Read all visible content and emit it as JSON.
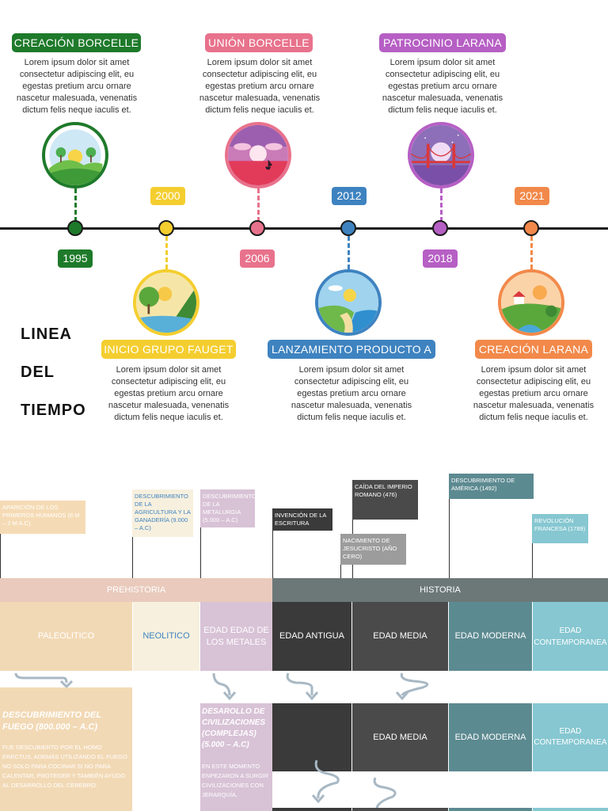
{
  "timeline": {
    "milestones": [
      {
        "label": "CREACIÓN BORCELLE",
        "year": "1995",
        "color": "#1e7a2a"
      },
      {
        "label": "INICIO GRUPO FAUGET",
        "year": "2000",
        "color": "#f4ce2f"
      },
      {
        "label": "UNIÓN BORCELLE",
        "year": "2006",
        "color": "#e8728c"
      },
      {
        "label": "LANZAMIENTO PRODUCTO A",
        "year": "2012",
        "color": "#3e83c0"
      },
      {
        "label": "PATROCINIO LARANA",
        "year": "2018",
        "color": "#b65fc4"
      },
      {
        "label": "CREACIÓN LARANA",
        "year": "2021",
        "color": "#f2894a"
      }
    ],
    "description": "Lorem ipsum dolor sit amet consectetur adipiscing elit, eu egestas pretium arcu ornare nascetur malesuada, venenatis dictum felis neque iaculis et."
  },
  "title": {
    "line1": "LINEA",
    "line2": "DEL",
    "line3": "TIEMPO"
  },
  "history": {
    "events": {
      "primeros_humanos": "APARICIÓN DE LOS PRIMEROS HUMANOS (6 M – 2 M A.C)",
      "agricultura": "DESCUBRIMIENTO DE LA AGRICULTURA Y LA GANADERÍA (9.000 – A.C)",
      "metalurgia": "DESCUBRIMIENTO DE LA METALURGIA (5.000 – A.C)",
      "escritura": "INVENCIÓN DE LA ESCRITURA",
      "imperio_romano": "CAÍDA DEL IMPERIO ROMANO (476)",
      "jesucristo": "NACIMIENTO DE JESUCRISTO (AÑO CERO)",
      "america": "DESCUBRIMIENTO DE AMÉRICA (1492)",
      "revolucion": "REVOLUCIÓN FRANCESA (1789)"
    },
    "bands": {
      "prehistoria": "PREHISTORIA",
      "historia": "HISTORIA"
    },
    "periods": {
      "paleolitico": "PALEOLITICO",
      "neolitico": "NEOLITICO",
      "metales": "EDAD EDAD DE LOS METALES",
      "antigua": "EDAD ANTIGUA",
      "media": "EDAD MEDIA",
      "moderna": "EDAD MODERNA",
      "contemporanea": "EDAD CONTEMPORANEA"
    },
    "details": {
      "fuego_title": "DESCUBRIMIENTO DEL FUEGO (800.000 – A.C)",
      "fuego_text": "FUE DESCUBIERTO POR EL HOMO ERECTUS, ADEMÁS UTILIZANDO EL FUEGO NO SOLO PARA COCINAR SI NO PARA CALENTAR, PROTEGER Y TAMBIÉN AYUDO AL DESARROLLO DEL CEREBRO.",
      "civ_title": "DESAROLLO DE CIVILIZACIONES (COMPLEJAS) (5.000 – A.C)",
      "civ_text": "EN ESTE MOMENTO ENPEZARON A SURGIR CIVILIZACIONES CON JERARQUÍA,",
      "media": "EDAD MEDIA",
      "moderna": "EDAD MODERNA",
      "contemporanea": "EDAD CONTEMPORANEA"
    }
  },
  "colors": {
    "paleolitico": "#f2d9b5",
    "neolitico": "#f7f0de",
    "metales": "#d8c2d6",
    "antigua": "#3a3a3a",
    "media": "#4a4a4a",
    "moderna": "#5c8a91",
    "contemporanea": "#86c7d1",
    "prehistoria_band": "#e9cabc",
    "historia_band": "#6c7878"
  }
}
